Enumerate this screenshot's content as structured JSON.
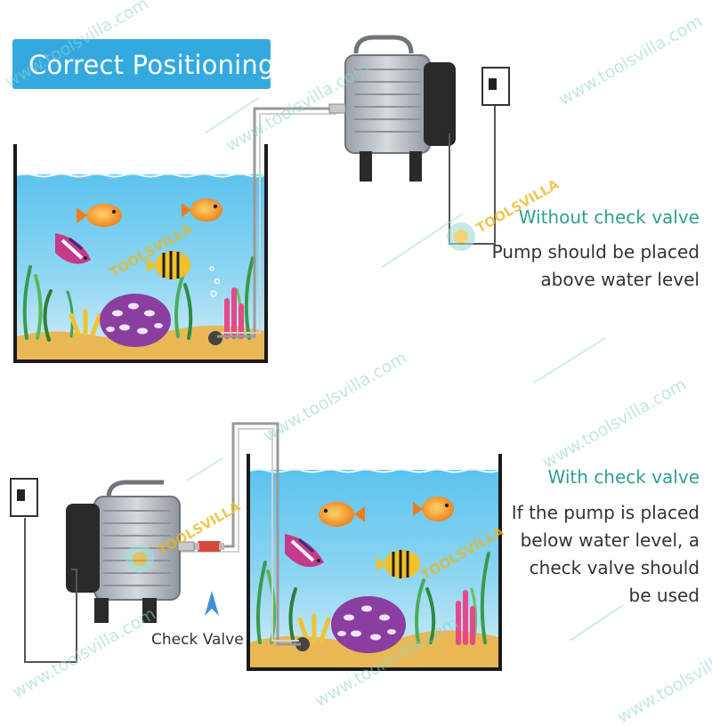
{
  "banner": {
    "title": "Correct Positioning"
  },
  "top_panel": {
    "heading": "Without check valve",
    "description_lines": [
      "Pump should be placed",
      "above water level"
    ]
  },
  "bottom_panel": {
    "heading": "With check valve",
    "description_lines": [
      "If the pump is placed",
      "below water level, a",
      "check valve should",
      "be used"
    ],
    "check_valve_label": "Check Valve"
  },
  "watermark": {
    "text": "www.toolsvilla.com",
    "logo_text": "TOOLSVILLA"
  },
  "colors": {
    "banner": "#34a9e0",
    "heading": "#2f9f93",
    "water_top": "#4fb9e6",
    "water_bottom": "#c9eaf6",
    "sand": "#e9b855",
    "pump_body": "#b9bfc6",
    "pump_motor": "#2a2a2a",
    "hose": "#a9a9a9",
    "arrow": "#3d8fd6",
    "watermark": "#8fd4d0",
    "logo": "#e8b820"
  }
}
